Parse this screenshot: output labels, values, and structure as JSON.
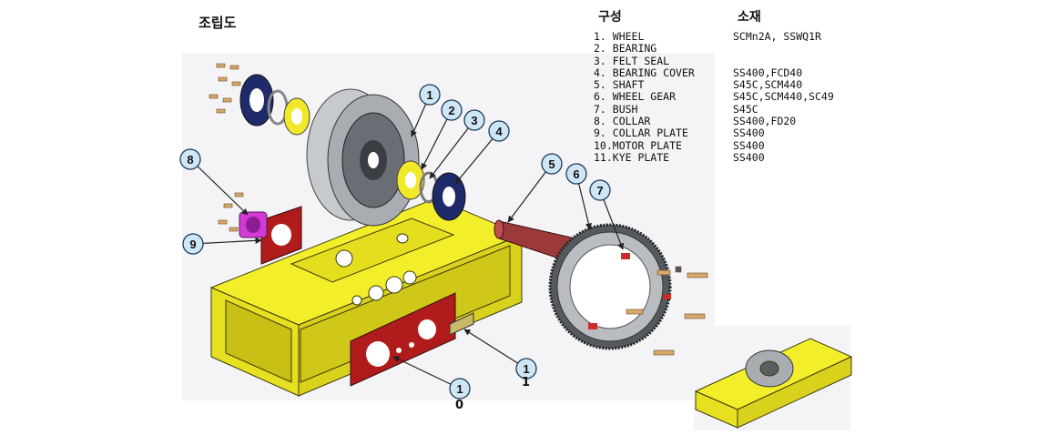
{
  "assembly_title": "조립도",
  "table": {
    "header_part": "구성",
    "header_material": "소재",
    "rows": [
      {
        "part": "1. WHEEL",
        "material": "SCMn2A, SSWQ1R"
      },
      {
        "part": "2. BEARING",
        "material": ""
      },
      {
        "part": "3. FELT SEAL",
        "material": ""
      },
      {
        "part": "4. BEARING COVER",
        "material": "SS400,FCD40"
      },
      {
        "part": "5. SHAFT",
        "material": "S45C,SCM440"
      },
      {
        "part": "6. WHEEL GEAR",
        "material": "S45C,SCM440,SC49"
      },
      {
        "part": "7. BUSH",
        "material": "S45C"
      },
      {
        "part": "8. COLLAR",
        "material": "SS400,FD20"
      },
      {
        "part": "9. COLLAR PLATE",
        "material": "SS400"
      },
      {
        "part": "10.MOTOR PLATE",
        "material": "SS400"
      },
      {
        "part": "11.KYE PLATE",
        "material": "SS400"
      }
    ]
  },
  "callouts": [
    {
      "label": "1"
    },
    {
      "label": "2"
    },
    {
      "label": "3"
    },
    {
      "label": "4"
    },
    {
      "label": "5"
    },
    {
      "label": "6"
    },
    {
      "label": "7"
    },
    {
      "label": "8"
    },
    {
      "label": "9"
    },
    {
      "label": "1",
      "extra": "0"
    },
    {
      "label": "1",
      "extra": "1"
    }
  ],
  "colors": {
    "frame_yellow": "#f2ee2a",
    "plate_red": "#b01c1c",
    "bearing_cover_navy": "#1f2a6b",
    "wheel_gray": "#a9adb2",
    "shaft_red": "#9c3a3a",
    "collar_magenta": "#d23ad6",
    "callout_fill": "#cfe6f5",
    "bolt_tan": "#d6a86a"
  },
  "icons": [
    "wheel-drawing",
    "gear-drawing",
    "frame-drawing",
    "bolt-glyph",
    "leader-arrow"
  ]
}
